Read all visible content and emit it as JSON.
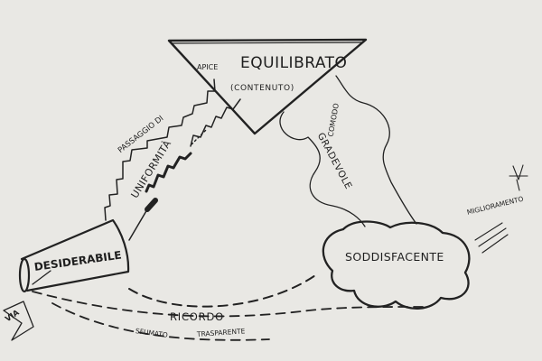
{
  "diagram": {
    "nodes": {
      "equilibrato": {
        "title": "EQUILIBRATO",
        "subtitle": "(CONTENUTO)",
        "corner_label": "APICE"
      },
      "desiderabile": {
        "title": "DESIDERABILE"
      },
      "soddisfacente": {
        "title": "SODDISFACENTE"
      }
    },
    "links": {
      "stair_path": {
        "line1": "PASSAGGIO DI",
        "line2": "UNIFORMITÀ"
      },
      "cloud_path": {
        "line1": "COMODO",
        "line2": "GRADEVOLE"
      },
      "dashed_path": {
        "label": "RICORDO",
        "left_note": "SFUMATO",
        "right_note": "TRASPARENTE"
      }
    },
    "annotations": {
      "improvement": "MIGLIORAMENTO",
      "entry": "VIA"
    }
  }
}
